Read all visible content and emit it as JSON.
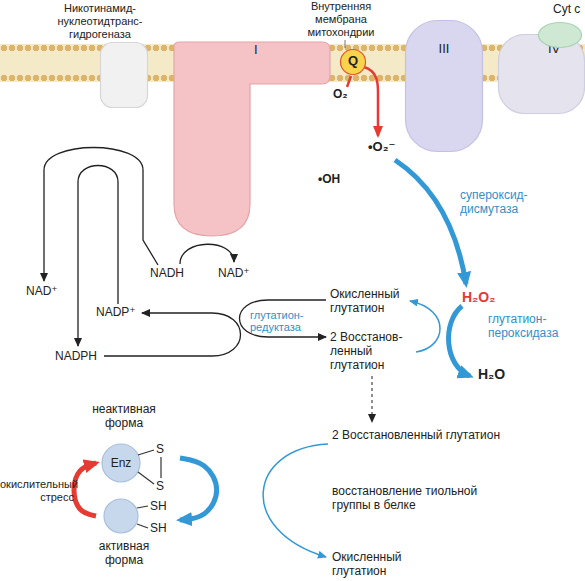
{
  "diagram": {
    "nodes": [
      {
        "text": [
          "Никотинамид- нуклеотидтранс- гидрогеназа"
        ]
      },
      {
        "text": [
          "Внутренняя мембрана митохондрии"
        ]
      },
      {
        "text": [
          "I"
        ]
      },
      {
        "text": [
          "Q"
        ]
      },
      {
        "text": [
          "III"
        ]
      },
      {
        "text": [
          "Cyt c"
        ]
      },
      {
        "text": [
          "IV"
        ]
      },
      {
        "text": [
          "неактивная форма",
          "Enz"
        ]
      },
      {
        "text": [
          "активная форма"
        ]
      }
    ],
    "edges": [
      {
        "from": 7,
        "to": 8,
        "arrow": "to"
      },
      {
        "from": 8,
        "to": 7,
        "arrow": "to",
        "label": "окислительный стресс"
      }
    ],
    "labels": [
      "O₂",
      "•O₂⁻",
      "•OH",
      "супероксид- дисмутаза",
      "NAD⁺",
      "NADP⁺",
      "NADPH",
      "NADH",
      "NAD⁺",
      "Окисленный глутатион",
      "глутатион- редуктаза",
      "H₂O₂",
      "глутатион- пероксидаза",
      "2 Восстанов- ленный глутатион",
      "H₂O",
      "S",
      "S",
      "2 Восстановленный глутатион",
      "SH",
      "восстановление тиольной группы в белке",
      "SH",
      "Окисленный глутатион"
    ]
  }
}
